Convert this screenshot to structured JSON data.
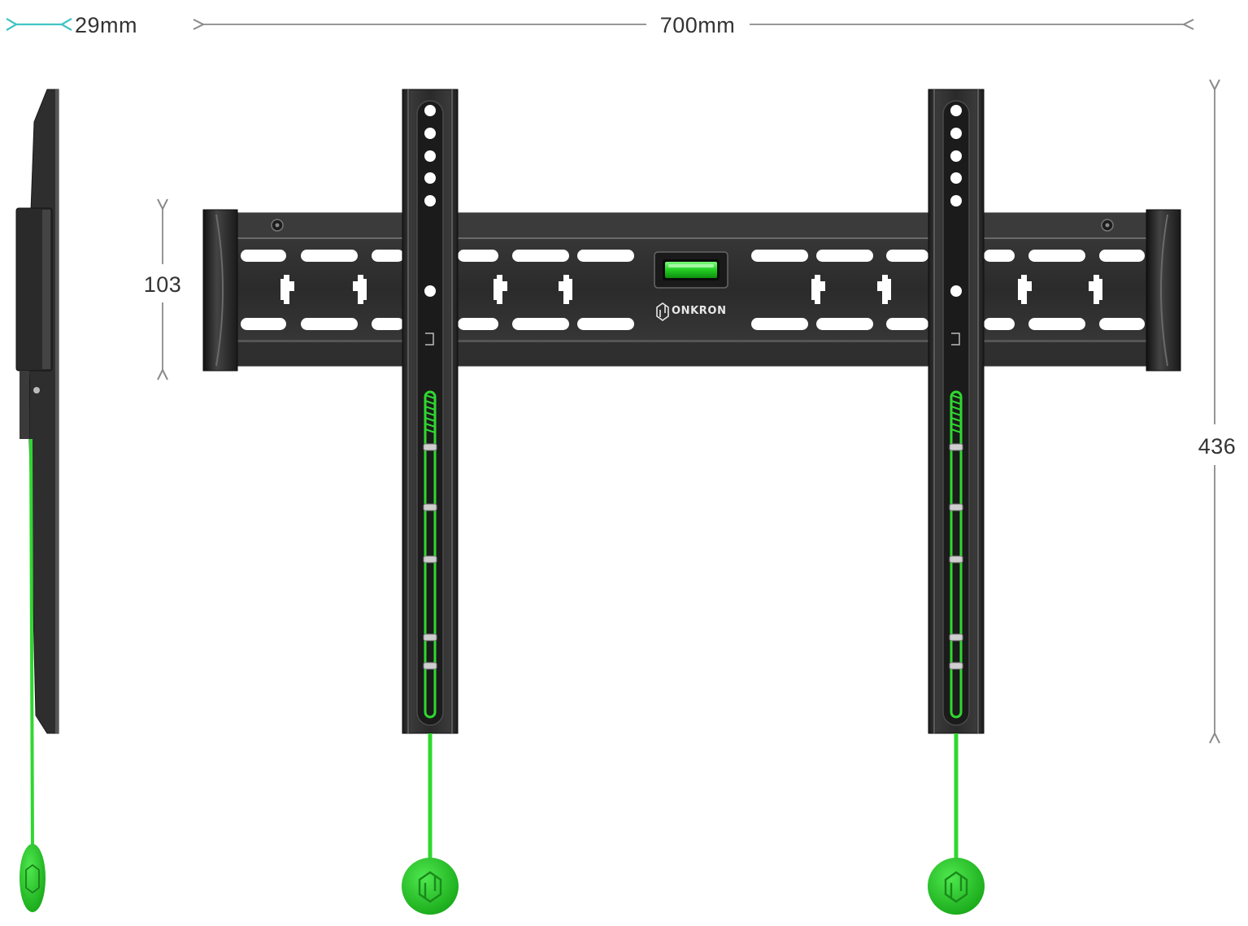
{
  "dimensions": {
    "depth_label": "29mm",
    "width_label": "700mm",
    "plate_height_label": "103",
    "total_height_label": "436"
  },
  "brand": {
    "name": "ONKRON"
  },
  "colors": {
    "steel": "#2a2a2a",
    "steel_light": "#3d3d3d",
    "accent_green": "#2fd82f",
    "depth_arrow": "#41c4c4",
    "dimension_gray": "#8a8a8a"
  },
  "icons": {
    "safety_tab": "onkron-cube-icon",
    "level": "bubble-level-icon"
  }
}
